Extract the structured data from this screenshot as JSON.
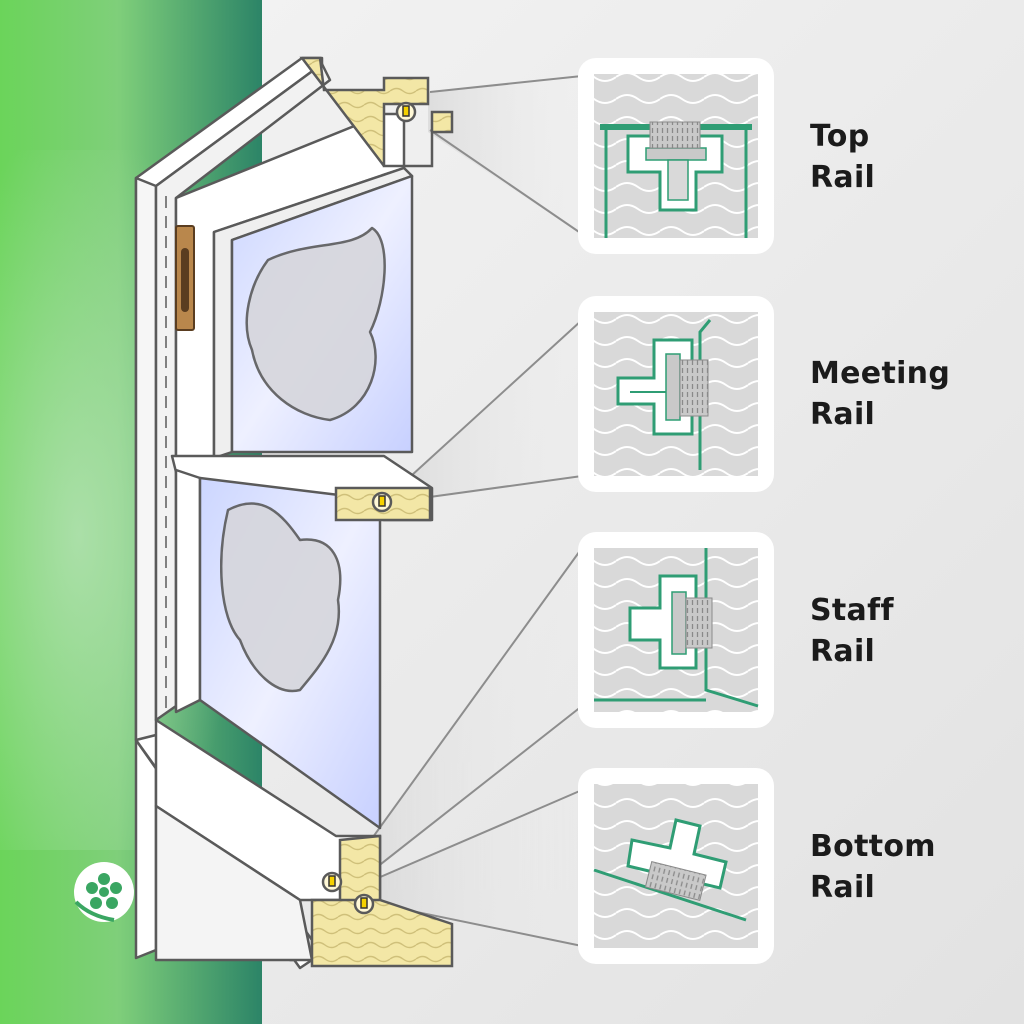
{
  "callouts": [
    {
      "line1": "Top",
      "line2": "Rail"
    },
    {
      "line1": "Meeting",
      "line2": "Rail"
    },
    {
      "line1": "Staff",
      "line2": "Rail"
    },
    {
      "line1": "Bottom",
      "line2": "Rail"
    }
  ],
  "icons": {
    "logo": "flower-logo-icon",
    "sash_lock": "sash-lock-icon"
  },
  "colors": {
    "green_light": "#6bcf58",
    "green_dark": "#2d8a6a",
    "wood": "#f3e7a6",
    "seal_outline": "#2f9d74",
    "panel_bg": "#dcdcdc"
  }
}
